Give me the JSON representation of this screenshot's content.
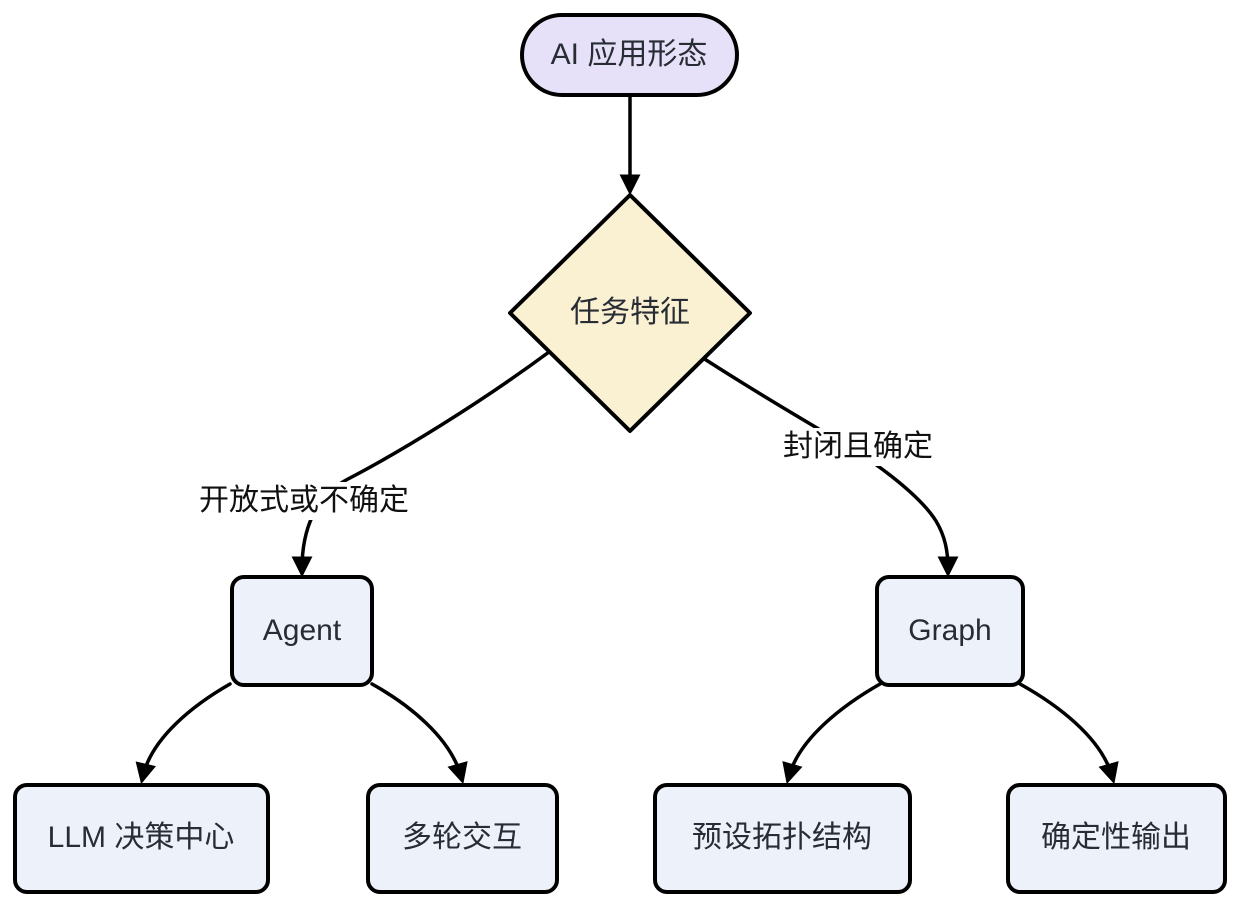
{
  "diagram": {
    "type": "flowchart",
    "direction": "top-down",
    "colors": {
      "background": "#ffffff",
      "stroke": "#000000",
      "node_text": "#282c34",
      "edge_label_text": "#111111",
      "root_fill": "#e6e0f8",
      "decision_fill": "#faf0d2",
      "process_fill": "#edf2fa"
    },
    "nodes": {
      "root": {
        "label": "AI 应用形态",
        "shape": "stadium"
      },
      "decision": {
        "label": "任务特征",
        "shape": "diamond"
      },
      "agent": {
        "label": "Agent",
        "shape": "rounded-rect"
      },
      "graph": {
        "label": "Graph",
        "shape": "rounded-rect"
      },
      "llm_center": {
        "label": "LLM 决策中心",
        "shape": "rounded-rect"
      },
      "multi_turn": {
        "label": "多轮交互",
        "shape": "rounded-rect"
      },
      "preset_topology": {
        "label": "预设拓扑结构",
        "shape": "rounded-rect"
      },
      "deterministic_output": {
        "label": "确定性输出",
        "shape": "rounded-rect"
      }
    },
    "edges": [
      {
        "from": "root",
        "to": "decision",
        "label": ""
      },
      {
        "from": "decision",
        "to": "agent",
        "label": "开放式或不确定"
      },
      {
        "from": "decision",
        "to": "graph",
        "label": "封闭且确定"
      },
      {
        "from": "agent",
        "to": "llm_center",
        "label": ""
      },
      {
        "from": "agent",
        "to": "multi_turn",
        "label": ""
      },
      {
        "from": "graph",
        "to": "preset_topology",
        "label": ""
      },
      {
        "from": "graph",
        "to": "deterministic_output",
        "label": ""
      }
    ]
  }
}
